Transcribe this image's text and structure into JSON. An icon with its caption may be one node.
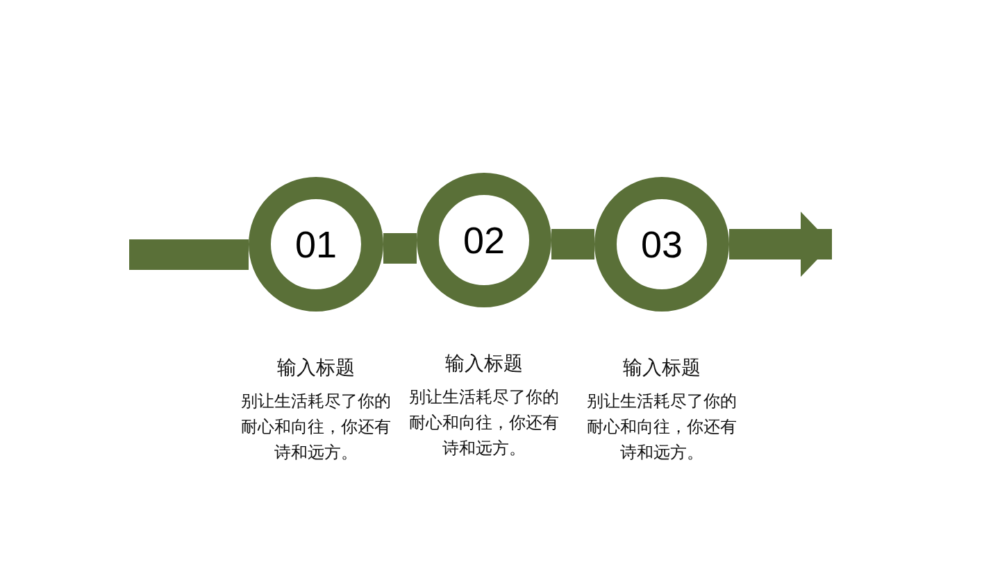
{
  "diagram": {
    "nodes": [
      {
        "text": [
          "01"
        ],
        "beside": [
          "输入标题",
          "别让生活耗尽了你的耐心和向往，你还有诗和远方。"
        ]
      },
      {
        "text": [
          "02"
        ],
        "beside": [
          "输入标题",
          "别让生活耗尽了你的耐心和向往，你还有诗和远方。"
        ]
      },
      {
        "text": [
          "03"
        ],
        "beside": [
          "输入标题",
          "别让生活耗尽了你的耐心和向往，你还有诗和远方。"
        ]
      }
    ],
    "edges": [
      {
        "from": null,
        "to": 0,
        "arrow": "none"
      },
      {
        "from": 0,
        "to": 1,
        "arrow": "none"
      },
      {
        "from": 1,
        "to": 2,
        "arrow": "none"
      },
      {
        "from": 2,
        "to": null,
        "arrow": "to"
      }
    ]
  }
}
